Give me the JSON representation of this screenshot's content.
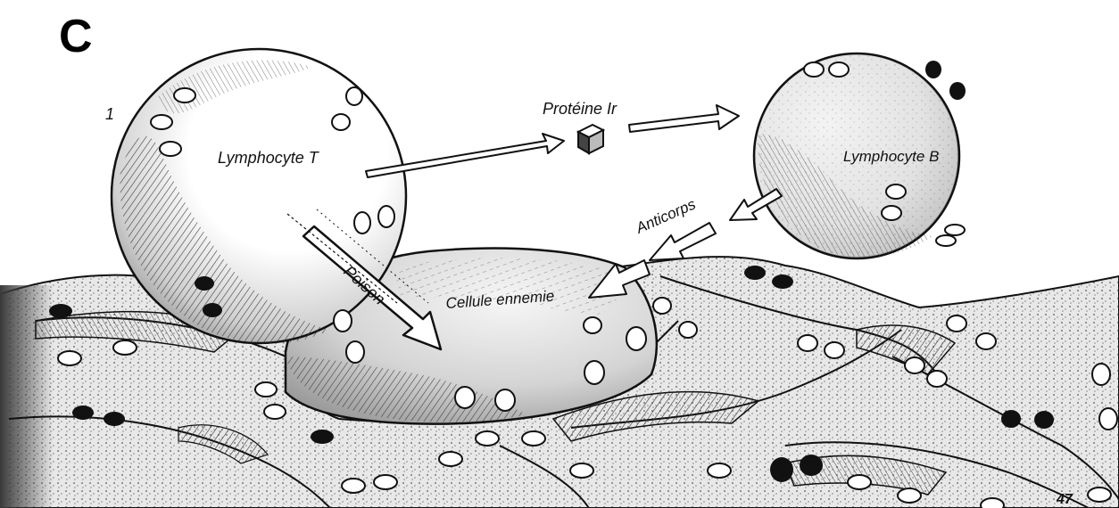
{
  "figure": {
    "panel_letter": "C",
    "corner_mark": "1",
    "page_number": "47"
  },
  "labels": {
    "lymphocyte_t": "Lymphocyte T",
    "lymphocyte_b": "Lymphocyte B",
    "proteine": "Protéine Ir",
    "anticorps": "Anticorps",
    "poison": "Poison",
    "cellule_ennemie": "Cellule ennemie"
  },
  "colors": {
    "ink": "#111111",
    "paper": "#ffffff",
    "tissue_tone": "#d9d9d9",
    "dark_edge": "#555555"
  }
}
